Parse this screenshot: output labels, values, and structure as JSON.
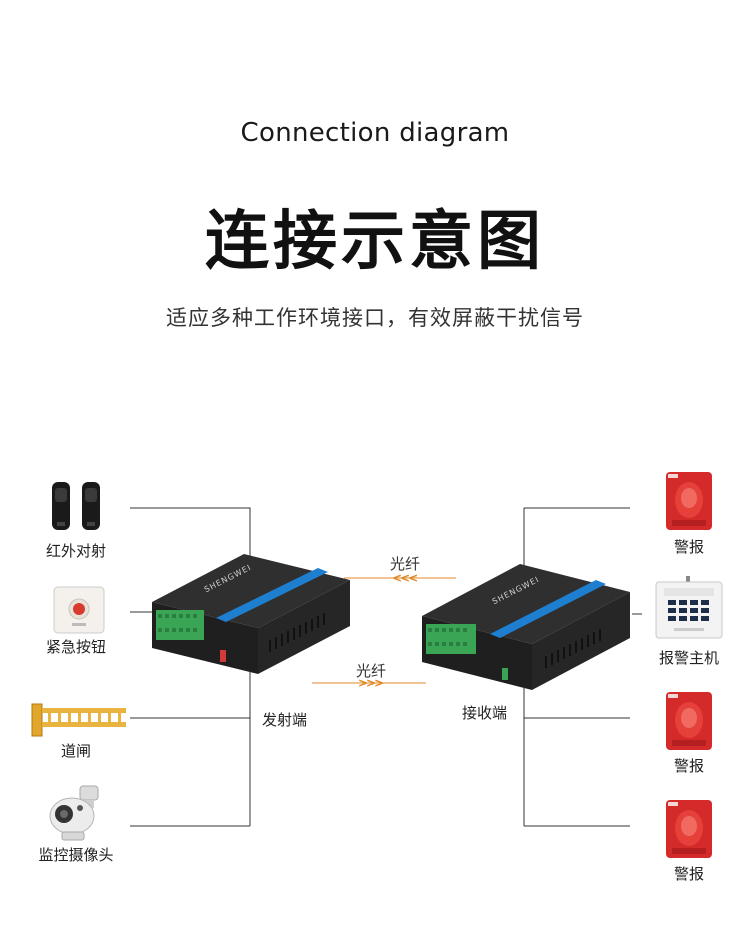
{
  "header": {
    "en_title": "Connection diagram",
    "cn_title": "连接示意图",
    "subtitle": "适应多种工作环境接口，有效屏蔽干扰信号"
  },
  "left_devices": [
    {
      "label": "红外对射",
      "icon": "infrared-beam-sensor-icon"
    },
    {
      "label": "紧急按钮",
      "icon": "emergency-button-icon"
    },
    {
      "label": "道闸",
      "icon": "barrier-gate-icon"
    },
    {
      "label": "监控摄像头",
      "icon": "surveillance-camera-icon"
    }
  ],
  "right_devices": [
    {
      "label": "警报",
      "icon": "alarm-siren-icon"
    },
    {
      "label": "报警主机",
      "icon": "alarm-host-icon"
    },
    {
      "label": "警报",
      "icon": "alarm-siren-icon"
    },
    {
      "label": "警报",
      "icon": "alarm-siren-icon"
    }
  ],
  "transmitter": {
    "label": "发射端",
    "brand": "SHENGWEI"
  },
  "receiver": {
    "label": "接收端",
    "brand": "SHENGWEI"
  },
  "fiber": {
    "top_label": "光纤",
    "top_arrows": "<<<",
    "bottom_label": "光纤",
    "bottom_arrows": ">>>"
  },
  "colors": {
    "line": "#333333",
    "fiber_arrow": "#e08a2a",
    "device_body": "#262626",
    "stripe": "#1e7fd0",
    "terminal": "#3aa655",
    "siren": "#d42a2a"
  }
}
